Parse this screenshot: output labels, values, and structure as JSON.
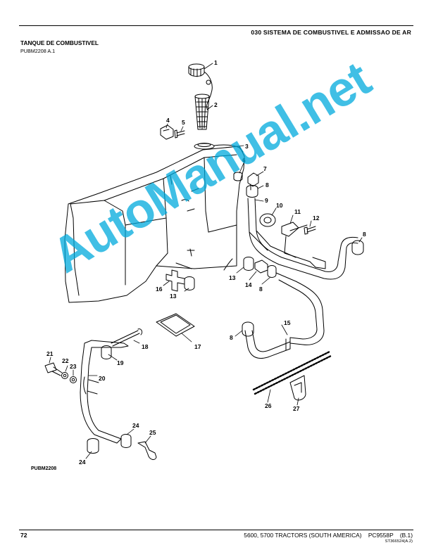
{
  "header": {
    "section": "030 SISTEMA DE COMBUSTIVEL E ADMISSAO DE AR",
    "title": "TANQUE DE COMBUSTIVEL",
    "reference": "PUBM2208 A.1"
  },
  "figure": {
    "label": "PUBM2208",
    "callouts": [
      {
        "n": "1"
      },
      {
        "n": "2"
      },
      {
        "n": "3"
      },
      {
        "n": "4"
      },
      {
        "n": "5"
      },
      {
        "n": "6"
      },
      {
        "n": "7"
      },
      {
        "n": "8"
      },
      {
        "n": "9"
      },
      {
        "n": "10"
      },
      {
        "n": "11"
      },
      {
        "n": "12"
      },
      {
        "n": "8"
      },
      {
        "n": "13"
      },
      {
        "n": "14"
      },
      {
        "n": "8"
      },
      {
        "n": "16"
      },
      {
        "n": "13"
      },
      {
        "n": "17"
      },
      {
        "n": "18"
      },
      {
        "n": "8"
      },
      {
        "n": "15"
      },
      {
        "n": "19"
      },
      {
        "n": "20"
      },
      {
        "n": "21"
      },
      {
        "n": "22"
      },
      {
        "n": "23"
      },
      {
        "n": "26"
      },
      {
        "n": "27"
      },
      {
        "n": "24"
      },
      {
        "n": "25"
      },
      {
        "n": "24"
      }
    ]
  },
  "watermark": "AutoManual.net",
  "footer": {
    "page": "72",
    "model": "5600, 5700 TRACTORS (SOUTH AMERICA)    PC9558P    (B.1)",
    "code": "ST366524(A.2)"
  }
}
